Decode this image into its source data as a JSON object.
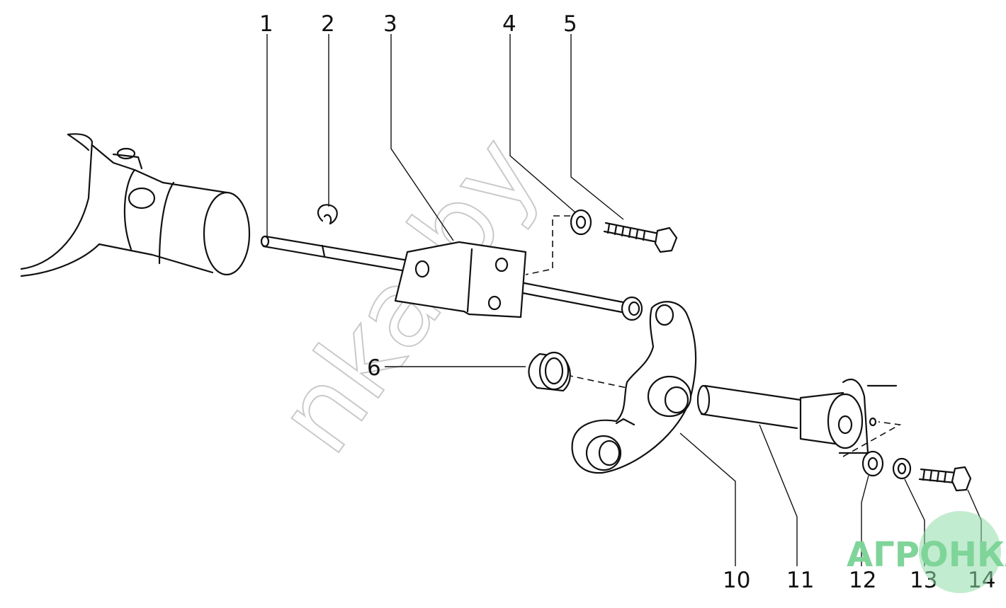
{
  "diagram": {
    "callouts": [
      "1",
      "2",
      "3",
      "4",
      "5",
      "6",
      "10",
      "11",
      "12",
      "13",
      "14"
    ]
  },
  "watermark": {
    "text": "nka.by"
  },
  "logo": {
    "text": "АГРОНКА",
    "color": "#7fd49a"
  }
}
